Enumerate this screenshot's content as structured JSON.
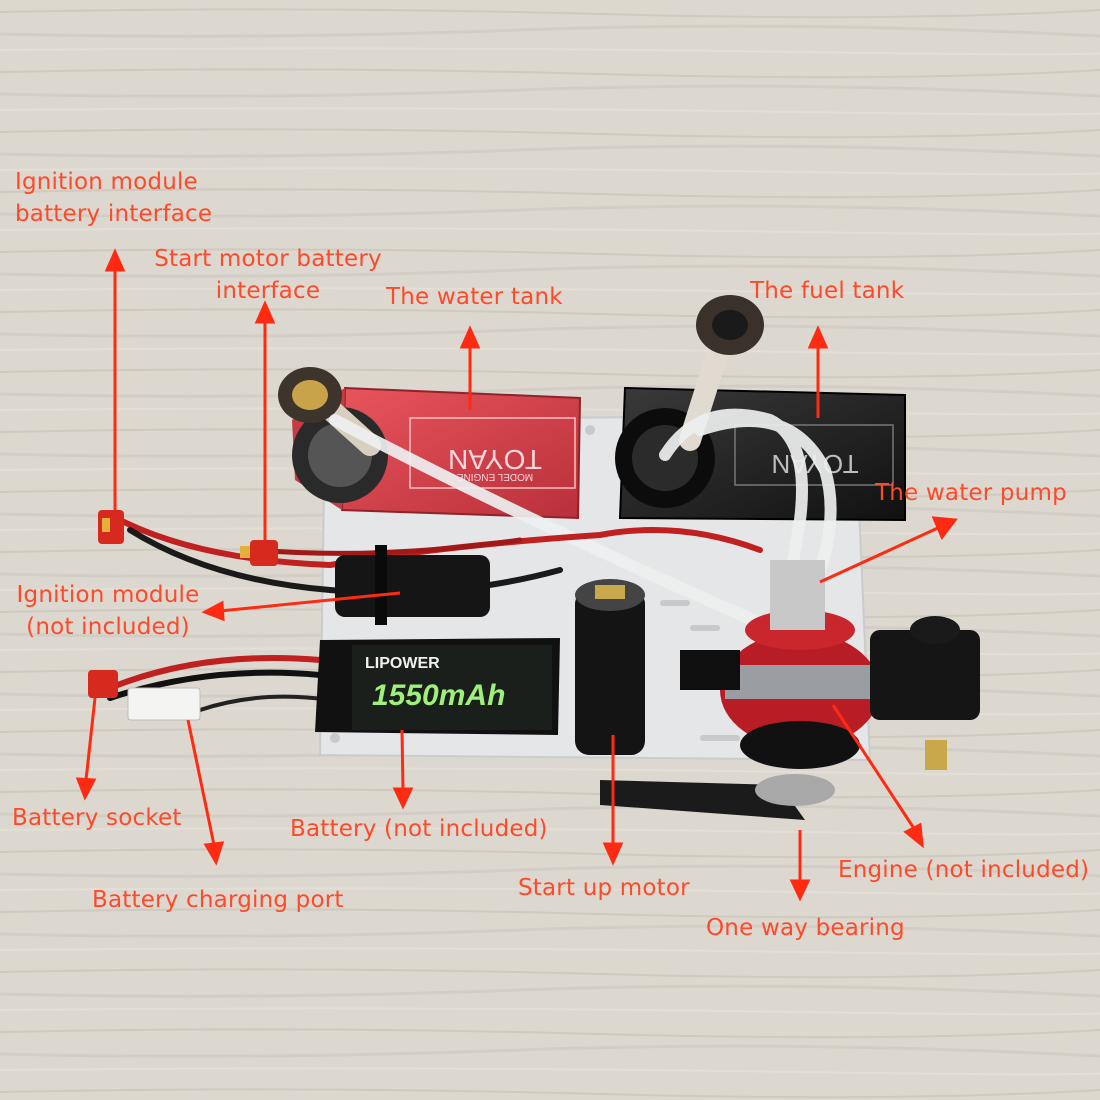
{
  "colors": {
    "annotation": "#ff4a2a",
    "table": "#d9d4cb",
    "plate": "#e6e8ea",
    "water_tank": "#d8424c",
    "fuel_tank": "#1e1e1e",
    "engine": "#c41a22"
  },
  "labels": {
    "ignition_battery_interface_1": "Ignition module",
    "ignition_battery_interface_2": "battery interface",
    "start_motor_interface_1": "Start motor battery",
    "start_motor_interface_2": "interface",
    "water_tank": "The water tank",
    "fuel_tank": "The fuel tank",
    "water_pump": "The water pump",
    "ignition_module_1": "Ignition module",
    "ignition_module_2": "(not included)",
    "battery_socket": "Battery socket",
    "battery": "Battery (not included)",
    "charging_port": "Battery charging port",
    "startup_motor": "Start up motor",
    "engine": "Engine (not included)",
    "one_way_bearing": "One way bearing"
  },
  "product_text": {
    "tank_brand": "TOYAN",
    "tank_sub": "MODEL ENGINE",
    "battery_brand": "LIPOWER",
    "battery_capacity": "1550mAh"
  }
}
